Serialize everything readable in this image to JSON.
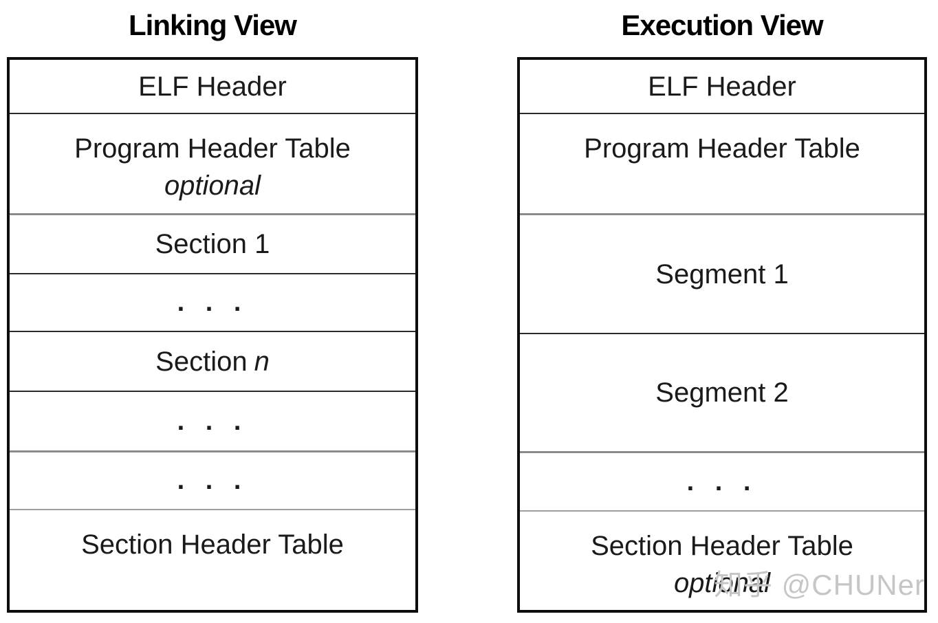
{
  "page": {
    "background": "#ffffff"
  },
  "colors": {
    "box_border": "#0d0d0d",
    "divider_dark": "#2b2b2b",
    "divider_gray": "#8a8a8a",
    "text": "#1a1a1a",
    "watermark": "#c6c6c6"
  },
  "linking_view": {
    "title": "Linking View",
    "rows": [
      {
        "label": "ELF Header"
      },
      {
        "label": "Program Header Table",
        "sublabel": "optional"
      },
      {
        "label": "Section 1"
      },
      {
        "label": ". . ."
      },
      {
        "label": "Section",
        "italic_suffix": "n"
      },
      {
        "label": ". . ."
      },
      {
        "label": ". . ."
      },
      {
        "label": "Section Header Table"
      }
    ]
  },
  "execution_view": {
    "title": "Execution View",
    "rows": [
      {
        "label": "ELF Header"
      },
      {
        "label": "Program Header Table"
      },
      {
        "label": "Segment 1"
      },
      {
        "label": "Segment 2"
      },
      {
        "label": ". . ."
      },
      {
        "label": "Section Header Table",
        "sublabel": "optional"
      }
    ]
  },
  "watermark": {
    "text": "知乎 @CHUNer"
  }
}
